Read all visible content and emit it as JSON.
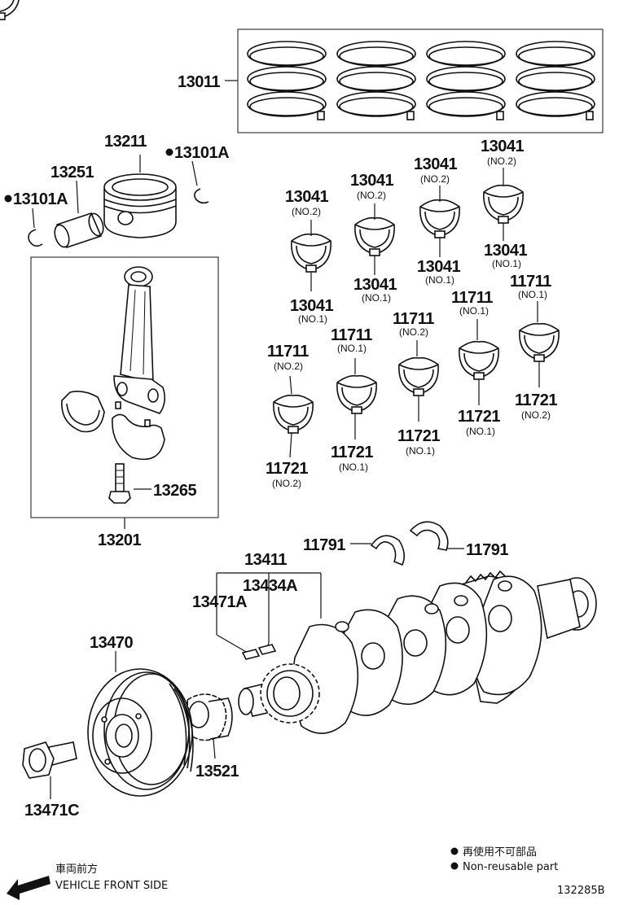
{
  "labels": {
    "rings": "13011",
    "piston": "13211",
    "snap_ring_right": "13101A",
    "pin": "13251",
    "snap_ring_left": "13101A",
    "rod_bolt": "13265",
    "rod_assembly": "13201",
    "thrust_left": "11791",
    "thrust_right": "11791",
    "key_group": "13411",
    "key_a": "13434A",
    "key_b": "13471A",
    "pulley": "13470",
    "timing_gear": "13521",
    "pulley_bolt": "13471C",
    "rb1_top": "13041",
    "rb1_top_note": "(NO.2)",
    "rb1_bot": "13041",
    "rb1_bot_note": "(NO.1)",
    "rb2_top": "13041",
    "rb2_top_note": "(NO.2)",
    "rb2_bot": "13041",
    "rb2_bot_note": "(NO.1)",
    "rb3_top": "13041",
    "rb3_top_note": "(NO.2)",
    "rb3_bot": "13041",
    "rb3_bot_note": "(NO.1)",
    "rb4_top": "13041",
    "rb4_top_note": "(NO.2)",
    "rb4_bot": "13041",
    "rb4_bot_note": "(NO.1)",
    "mb1_top": "11711",
    "mb1_top_note": "(NO.2)",
    "mb1_bot": "11721",
    "mb1_bot_note": "(NO.2)",
    "mb2_top": "11711",
    "mb2_top_note": "(NO.1)",
    "mb2_bot": "11721",
    "mb2_bot_note": "(NO.1)",
    "mb3_top": "11711",
    "mb3_top_note": "(NO.2)",
    "mb3_bot": "11721",
    "mb3_bot_note": "(NO.1)",
    "mb4_top": "11711",
    "mb4_top_note": "(NO.1)",
    "mb4_bot": "11721",
    "mb4_bot_note": "(NO.1)",
    "mb5_top": "11711",
    "mb5_top_note": "(NO.1)",
    "mb5_bot": "11721",
    "mb5_bot_note": "(NO.2)"
  },
  "legend": {
    "jp": "再使用不可部品",
    "en": "Non-reusable part"
  },
  "front": {
    "jp": "車両前方",
    "en": "VEHICLE FRONT SIDE"
  },
  "diagram_id": "132285B"
}
